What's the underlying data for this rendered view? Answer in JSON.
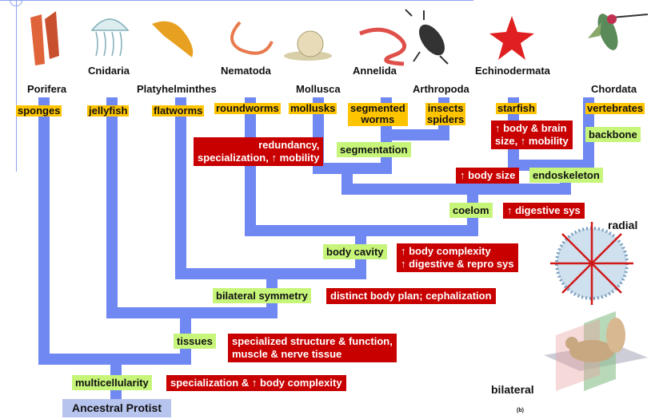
{
  "phyla": [
    "Porifera",
    "Cnidaria",
    "Platyhelminthes",
    "Nematoda",
    "Mollusca",
    "Annelida",
    "Arthropoda",
    "Echinodermata",
    "Chordata"
  ],
  "common": {
    "sponges": "sponges",
    "jellyfish": "jellyfish",
    "flatworms": "flatworms",
    "roundworms": "roundworms",
    "mollusks": "mollusks",
    "segmented1": "segmented",
    "segmented2": "worms",
    "insects": "insects",
    "spiders": "spiders",
    "starfish": "starfish",
    "vertebrates": "vertebrates"
  },
  "traits": {
    "segmentation": "segmentation",
    "backbone": "backbone",
    "endoskeleton": "endoskeleton",
    "coelom": "coelom",
    "body_cavity": "body cavity",
    "bilateral_symmetry": "bilateral symmetry",
    "tissues": "tissues",
    "multicellularity": "multicellularity"
  },
  "notes": {
    "redundancy1": "redundancy,",
    "redundancy2": "specialization, ↑ mobility",
    "brain1": "↑ body & brain",
    "brain2": "size, ↑ mobility",
    "body_size": "↑ body size",
    "digestive": "↑ digestive sys",
    "complexity1": "↑ body complexity",
    "complexity2": "↑ digestive & repro sys",
    "body_plan": "distinct body plan; cephalization",
    "structure1": "specialized structure & function,",
    "structure2": "muscle & nerve tissue",
    "specialization": "specialization & ↑ body complexity"
  },
  "root": "Ancestral Protist",
  "symmetry": {
    "radial": "radial",
    "bilateral": "bilateral",
    "fig": "(b)"
  },
  "colors": {
    "branch": "#7088f2",
    "common_name": "#ffc400",
    "trait": "#c6f57a",
    "note": "#c80000",
    "root": "#b7c4ee"
  }
}
